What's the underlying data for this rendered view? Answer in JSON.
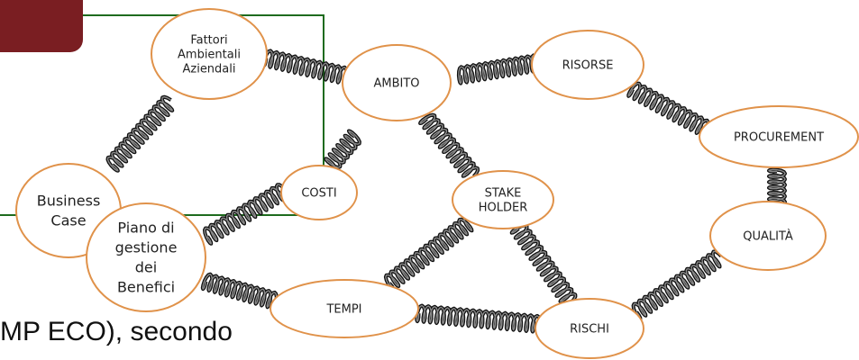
{
  "colors": {
    "node_stroke": "#e0924a",
    "spring": "#3a3a3a",
    "frame": "#1e6b1e",
    "tab": "#7a1e22"
  },
  "nodes": {
    "fattori": [
      "Fattori",
      "Ambientali",
      "Aziendali"
    ],
    "ambito": [
      "AMBITO"
    ],
    "risorse": [
      "RISORSE"
    ],
    "procurement": [
      "PROCUREMENT"
    ],
    "costi": [
      "COSTI"
    ],
    "stake": [
      "STAKE",
      "HOLDER"
    ],
    "business": [
      "Business",
      "Case"
    ],
    "piano": [
      "Piano di",
      "gestione",
      "dei",
      "Benefici"
    ],
    "qualita": [
      "QUALITÀ"
    ],
    "tempi": [
      "TEMPI"
    ],
    "rischi": [
      "RISCHI"
    ]
  },
  "footer_fragment": "MP ECO), secondo"
}
